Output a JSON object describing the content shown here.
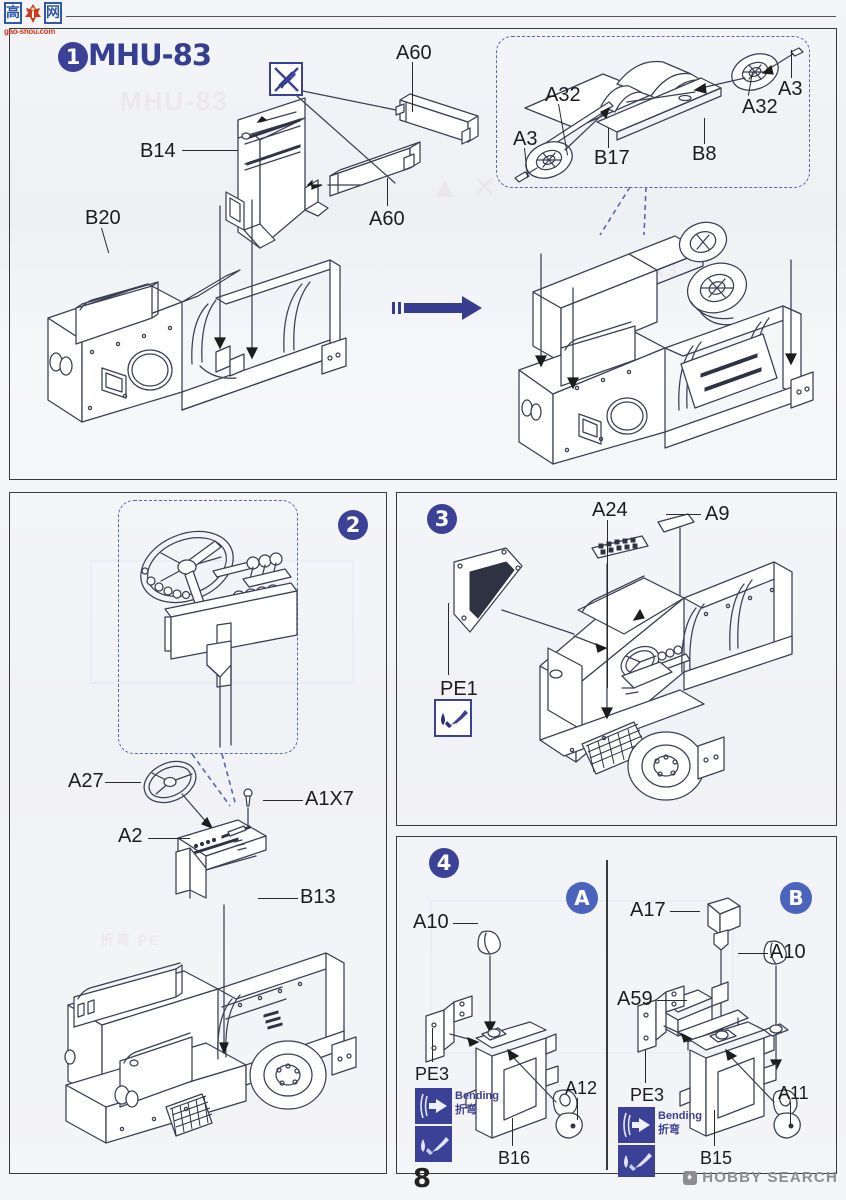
{
  "page": {
    "number": "8",
    "background_hex": "#f2f3f6",
    "accent_blue_hex": "#3b4196",
    "line_hex": "#3a3f52"
  },
  "watermarks": {
    "logo": {
      "char_1": "高",
      "char_3": "网",
      "url": "gao-shou.com",
      "blue_hex": "#2f58a8",
      "red_hex": "#d4391a",
      "hand_icon": "hand-thumb-icon"
    },
    "hobby_search": {
      "label": "HOBBY SEARCH",
      "glyph_icon": "flame-icon",
      "color_hex": "#8d8d8d"
    }
  },
  "steps": [
    {
      "number": "1",
      "title": "MHU-83",
      "icons": [
        {
          "name": "no-glue-icon",
          "meaning": "do not apply cement"
        }
      ],
      "labels": [
        "A60",
        "A60",
        "B14",
        "B20"
      ],
      "inset": {
        "type": "dashed-callout",
        "labels": [
          "A32",
          "A3",
          "A32",
          "A3",
          "B17",
          "B8"
        ]
      },
      "transition_arrow": "right-arrow-icon"
    },
    {
      "number": "2",
      "labels": [
        "A27",
        "A2",
        "A1X7",
        "B13"
      ],
      "inset": {
        "type": "dashed-callout",
        "detail": "steering-column-detail"
      }
    },
    {
      "number": "3",
      "labels": [
        "A24",
        "A9",
        "PE1"
      ],
      "icons": [
        {
          "name": "apply-glue-icon",
          "meaning": "apply cement"
        }
      ]
    },
    {
      "number": "4",
      "substeps": [
        {
          "badge": "A",
          "labels": [
            "A10",
            "PE3",
            "B16",
            "A12"
          ],
          "icons": [
            {
              "name": "bending-icon",
              "meaning": "bend part"
            },
            {
              "name": "apply-glue-icon",
              "meaning": "apply cement"
            }
          ],
          "bending_label_en": "Bending",
          "bending_label_cn": "折弯"
        },
        {
          "badge": "B",
          "labels": [
            "A17",
            "A10",
            "A59",
            "PE3",
            "B15",
            "A11"
          ],
          "icons": [
            {
              "name": "bending-icon",
              "meaning": "bend part"
            },
            {
              "name": "apply-glue-icon",
              "meaning": "apply cement"
            }
          ],
          "bending_label_en": "Bending",
          "bending_label_cn": "折弯"
        }
      ]
    }
  ],
  "labels": {
    "A60_top": "A60",
    "A60_bot": "A60",
    "B14": "B14",
    "B20": "B20",
    "A32_left": "A32",
    "A32_right": "A32",
    "A3_left": "A3",
    "A3_right": "A3",
    "B17": "B17",
    "B8": "B8",
    "A27": "A27",
    "A2": "A2",
    "A1X7": "A1X7",
    "B13": "B13",
    "A24": "A24",
    "A9": "A9",
    "PE1": "PE1",
    "A10_a": "A10",
    "PE3_a": "PE3",
    "B16": "B16",
    "A12": "A12",
    "A17": "A17",
    "A10_b": "A10",
    "A59": "A59",
    "PE3_b": "PE3",
    "B15": "B15",
    "A11": "A11",
    "badge1": "1",
    "badge2": "2",
    "badge3": "3",
    "badge4": "4",
    "badgeA": "A",
    "badgeB": "B",
    "bendingEN_a": "Bending",
    "bendingCN_a": "折弯",
    "bendingEN_b": "Bending",
    "bendingCN_b": "折弯",
    "title1": "MHU-83"
  }
}
